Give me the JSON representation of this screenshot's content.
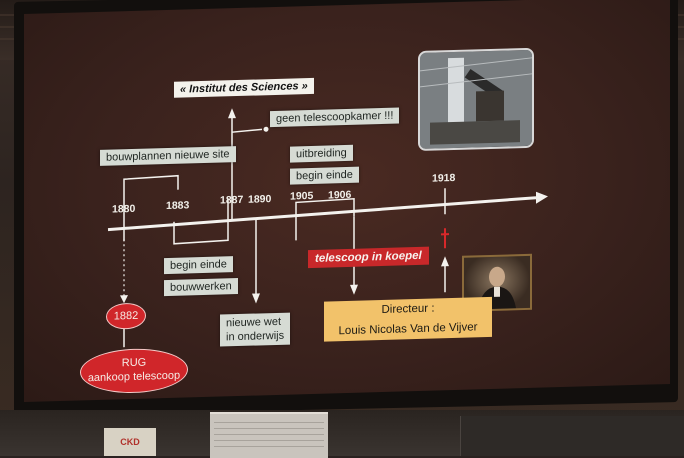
{
  "slide": {
    "institut": "« Institut des Sciences »",
    "geen": "geen telescoopkamer !!!",
    "bouwplannen": "bouwplannen nieuwe site",
    "uitbreiding": "uitbreiding",
    "begin_einde_top": "begin    einde",
    "begin_einde_bottom": "begin     einde",
    "bouwwerken": "bouwwerken",
    "nieuwe_wet_line1": "nieuwe wet",
    "nieuwe_wet_line2": "in onderwijs",
    "telescoop_koepel": "telescoop in koepel",
    "directeur_line1": "Directeur  :",
    "directeur_line2": "Louis Nicolas Van de Vijver",
    "ellipse_1882": "1882",
    "rug_line1": "RUG",
    "rug_line2": "aankoop telescoop",
    "years": {
      "y1880": "1880",
      "y1883": "1883",
      "y1887": "1887",
      "y1890": "1890",
      "y1905": "1905",
      "y1906": "1906",
      "y1918": "1918"
    }
  },
  "floor": {
    "sign_text": "CKD"
  },
  "colors": {
    "slide_bg": "#3a221d",
    "label_bg": "#d6dbd4",
    "red": "#c8282a",
    "director_bg": "#f2c26a"
  }
}
